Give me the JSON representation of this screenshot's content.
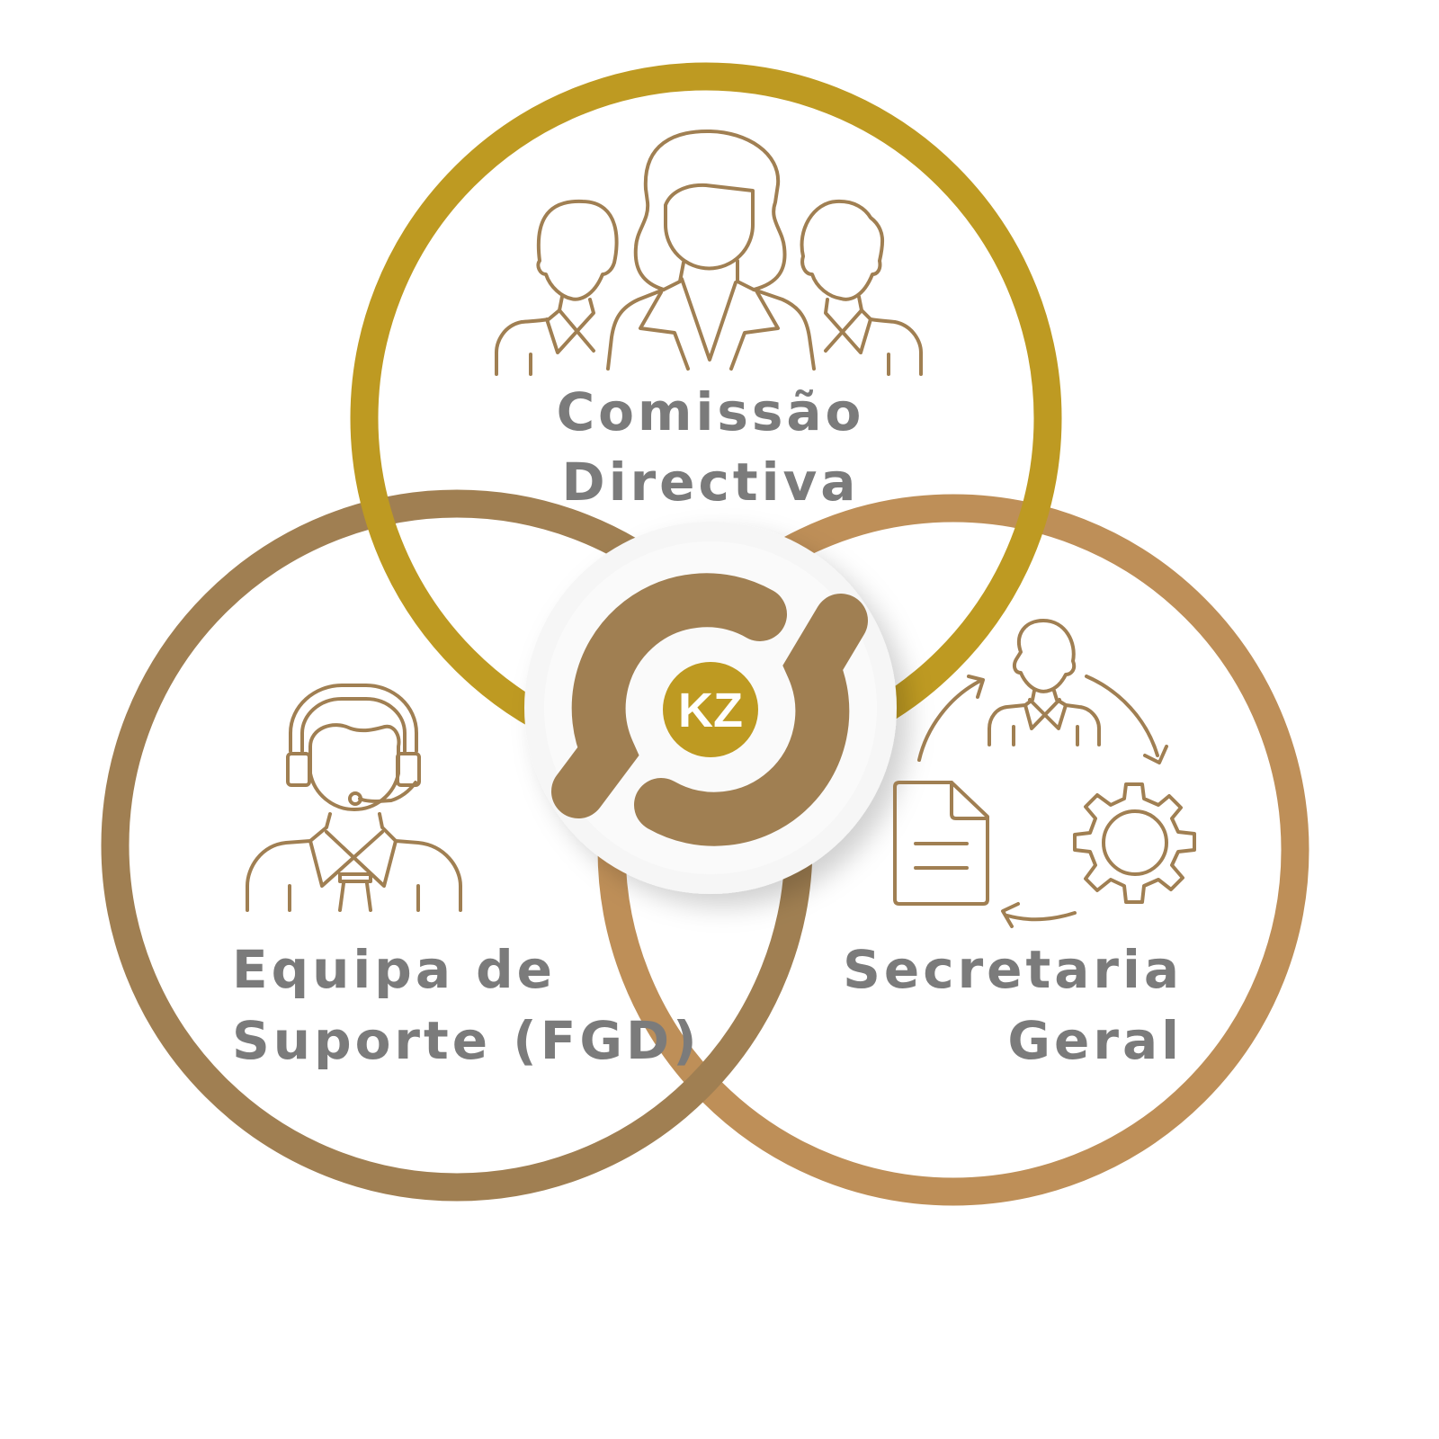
{
  "colors": {
    "top_ring": "#BE9A22",
    "left_ring": "#A07F52",
    "right_ring": "#BE8F58",
    "logo_arcs": "#A07F52",
    "logo_center": "#BE9A22",
    "label_text": "#7b7b7b"
  },
  "logo": {
    "text": "KZ"
  },
  "sections": {
    "top": {
      "line1": "Comissão",
      "line2": "Directiva",
      "icon": "group-of-people-icon"
    },
    "left": {
      "line1": "Equipa de",
      "line2": "Suporte (FGD)",
      "icon": "support-agent-headset-icon"
    },
    "right": {
      "line1": "Secretaria",
      "line2": "Geral",
      "icon": "administration-workflow-icon"
    }
  }
}
